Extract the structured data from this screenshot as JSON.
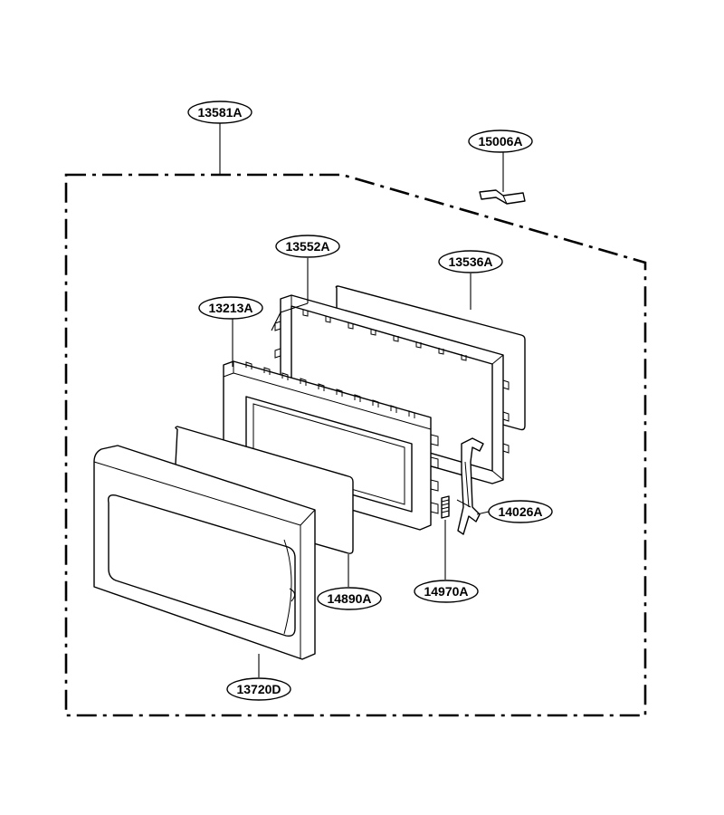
{
  "parts": [
    {
      "key": "assembly",
      "id": "13581A"
    },
    {
      "key": "bracket",
      "id": "15006A"
    },
    {
      "key": "choke-cover",
      "id": "13552A"
    },
    {
      "key": "inner-glass",
      "id": "13536A"
    },
    {
      "key": "door-frame",
      "id": "13213A"
    },
    {
      "key": "latch-lever",
      "id": "14026A"
    },
    {
      "key": "door-screen",
      "id": "14890A"
    },
    {
      "key": "latch-spring",
      "id": "14970A"
    },
    {
      "key": "door-front",
      "id": "13720D"
    }
  ]
}
